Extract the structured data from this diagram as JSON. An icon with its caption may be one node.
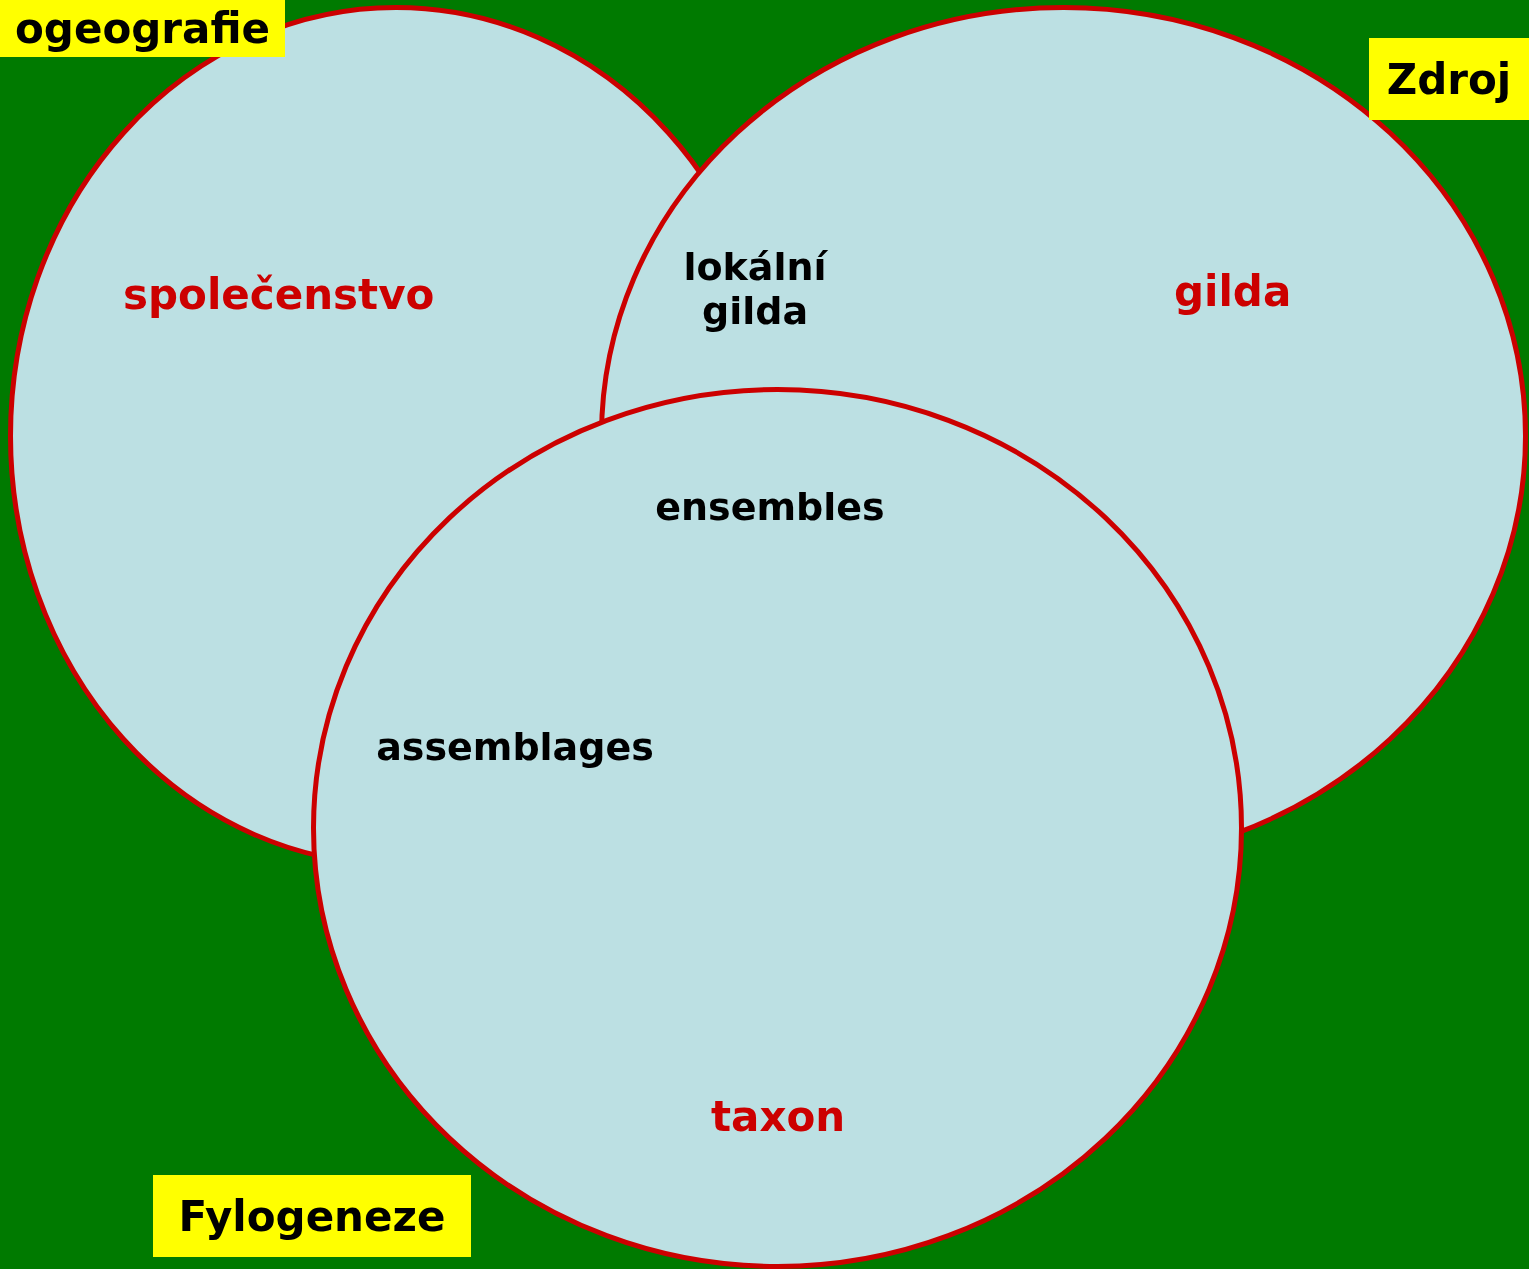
{
  "diagram": {
    "nodes": [
      {
        "text": [
          "společenstvo"
        ]
      },
      {
        "text": [
          "gilda"
        ]
      },
      {
        "text": [
          "taxon"
        ]
      },
      {
        "text": [
          "ogeografie"
        ]
      },
      {
        "text": [
          "Zdroj"
        ]
      },
      {
        "text": [
          "Fylogeneze"
        ]
      }
    ],
    "labels": [
      "lokální gilda",
      "ensembles",
      "assemblages"
    ]
  }
}
